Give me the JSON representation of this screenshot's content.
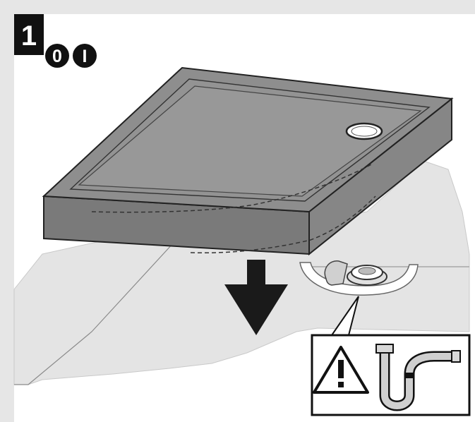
{
  "step": {
    "number": "1",
    "badges": [
      "0",
      "I"
    ]
  },
  "colors": {
    "frame": "#e6e6e6",
    "tray_top": "#8e8e8e",
    "tray_front": "#7a7a7a",
    "tray_side": "#868686",
    "floor": "#e4e4e4",
    "ink": "#1a1a1a"
  },
  "icons": {
    "arrow": "down-arrow-icon",
    "warning": "warning-triangle-icon",
    "trap": "siphon-trap-icon"
  }
}
